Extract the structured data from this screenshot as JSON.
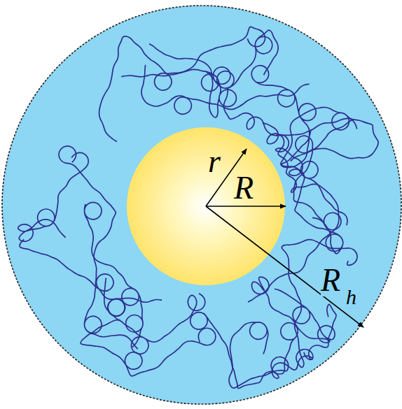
{
  "diagram": {
    "labels": [
      "r",
      "R",
      "R",
      "h"
    ]
  }
}
